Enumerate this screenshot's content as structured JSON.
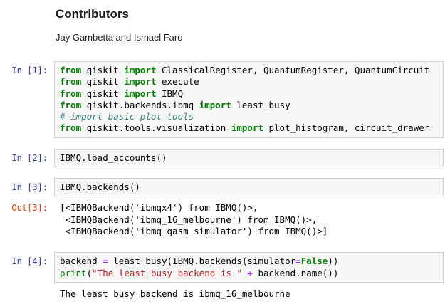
{
  "page": {
    "background": "#ffffff"
  },
  "colors": {
    "in_prompt": "#303f9f",
    "out_prompt": "#d84315",
    "cell_background": "#f7f7f7",
    "cell_border": "#cfcfcf",
    "keyword_green": "#008000",
    "builtin_green": "#008000",
    "comment_teal": "#408080",
    "string_red": "#ba2121",
    "operator_purple": "#aa22ff"
  },
  "markdown_cell": {
    "heading": "Contributors",
    "paragraph": "Jay Gambetta and Ismael Faro"
  },
  "cells": [
    {
      "type": "code",
      "prompt": "In [1]:",
      "source_lines": [
        [
          {
            "t": "kw",
            "s": "from"
          },
          {
            "t": "pl",
            "s": " qiskit "
          },
          {
            "t": "kw",
            "s": "import"
          },
          {
            "t": "pl",
            "s": " ClassicalRegister, QuantumRegister, QuantumCircuit"
          }
        ],
        [
          {
            "t": "kw",
            "s": "from"
          },
          {
            "t": "pl",
            "s": " qiskit "
          },
          {
            "t": "kw",
            "s": "import"
          },
          {
            "t": "pl",
            "s": " execute"
          }
        ],
        [
          {
            "t": "kw",
            "s": "from"
          },
          {
            "t": "pl",
            "s": " qiskit "
          },
          {
            "t": "kw",
            "s": "import"
          },
          {
            "t": "pl",
            "s": " IBMQ"
          }
        ],
        [
          {
            "t": "kw",
            "s": "from"
          },
          {
            "t": "pl",
            "s": " qiskit.backends.ibmq "
          },
          {
            "t": "kw",
            "s": "import"
          },
          {
            "t": "pl",
            "s": " least_busy"
          }
        ],
        [
          {
            "t": "cm",
            "s": "# import basic plot tools"
          }
        ],
        [
          {
            "t": "kw",
            "s": "from"
          },
          {
            "t": "pl",
            "s": " qiskit.tools.visualization "
          },
          {
            "t": "kw",
            "s": "import"
          },
          {
            "t": "pl",
            "s": " plot_histogram, circuit_drawer"
          }
        ]
      ]
    },
    {
      "type": "code",
      "prompt": "In [2]:",
      "source_lines": [
        [
          {
            "t": "pl",
            "s": "IBMQ.load_accounts()"
          }
        ]
      ]
    },
    {
      "type": "code",
      "prompt": "In [3]:",
      "source_lines": [
        [
          {
            "t": "pl",
            "s": "IBMQ.backends()"
          }
        ]
      ],
      "output": {
        "prompt": "Out[3]:",
        "lines": [
          "[<IBMQBackend('ibmqx4') from IBMQ()>,",
          " <IBMQBackend('ibmq_16_melbourne') from IBMQ()>,",
          " <IBMQBackend('ibmq_qasm_simulator') from IBMQ()>]"
        ]
      }
    },
    {
      "type": "code",
      "prompt": "In [4]:",
      "source_lines": [
        [
          {
            "t": "pl",
            "s": "backend "
          },
          {
            "t": "op",
            "s": "="
          },
          {
            "t": "pl",
            "s": " least_busy(IBMQ.backends(simulator"
          },
          {
            "t": "op",
            "s": "="
          },
          {
            "t": "kw",
            "s": "False"
          },
          {
            "t": "pl",
            "s": "))"
          }
        ],
        [
          {
            "t": "bi",
            "s": "print"
          },
          {
            "t": "pl",
            "s": "("
          },
          {
            "t": "st",
            "s": "\"The least busy backend is \""
          },
          {
            "t": "pl",
            "s": " "
          },
          {
            "t": "op",
            "s": "+"
          },
          {
            "t": "pl",
            "s": " backend.name())"
          }
        ]
      ],
      "stream_output": {
        "lines": [
          "The least busy backend is ibmq_16_melbourne"
        ]
      }
    }
  ]
}
